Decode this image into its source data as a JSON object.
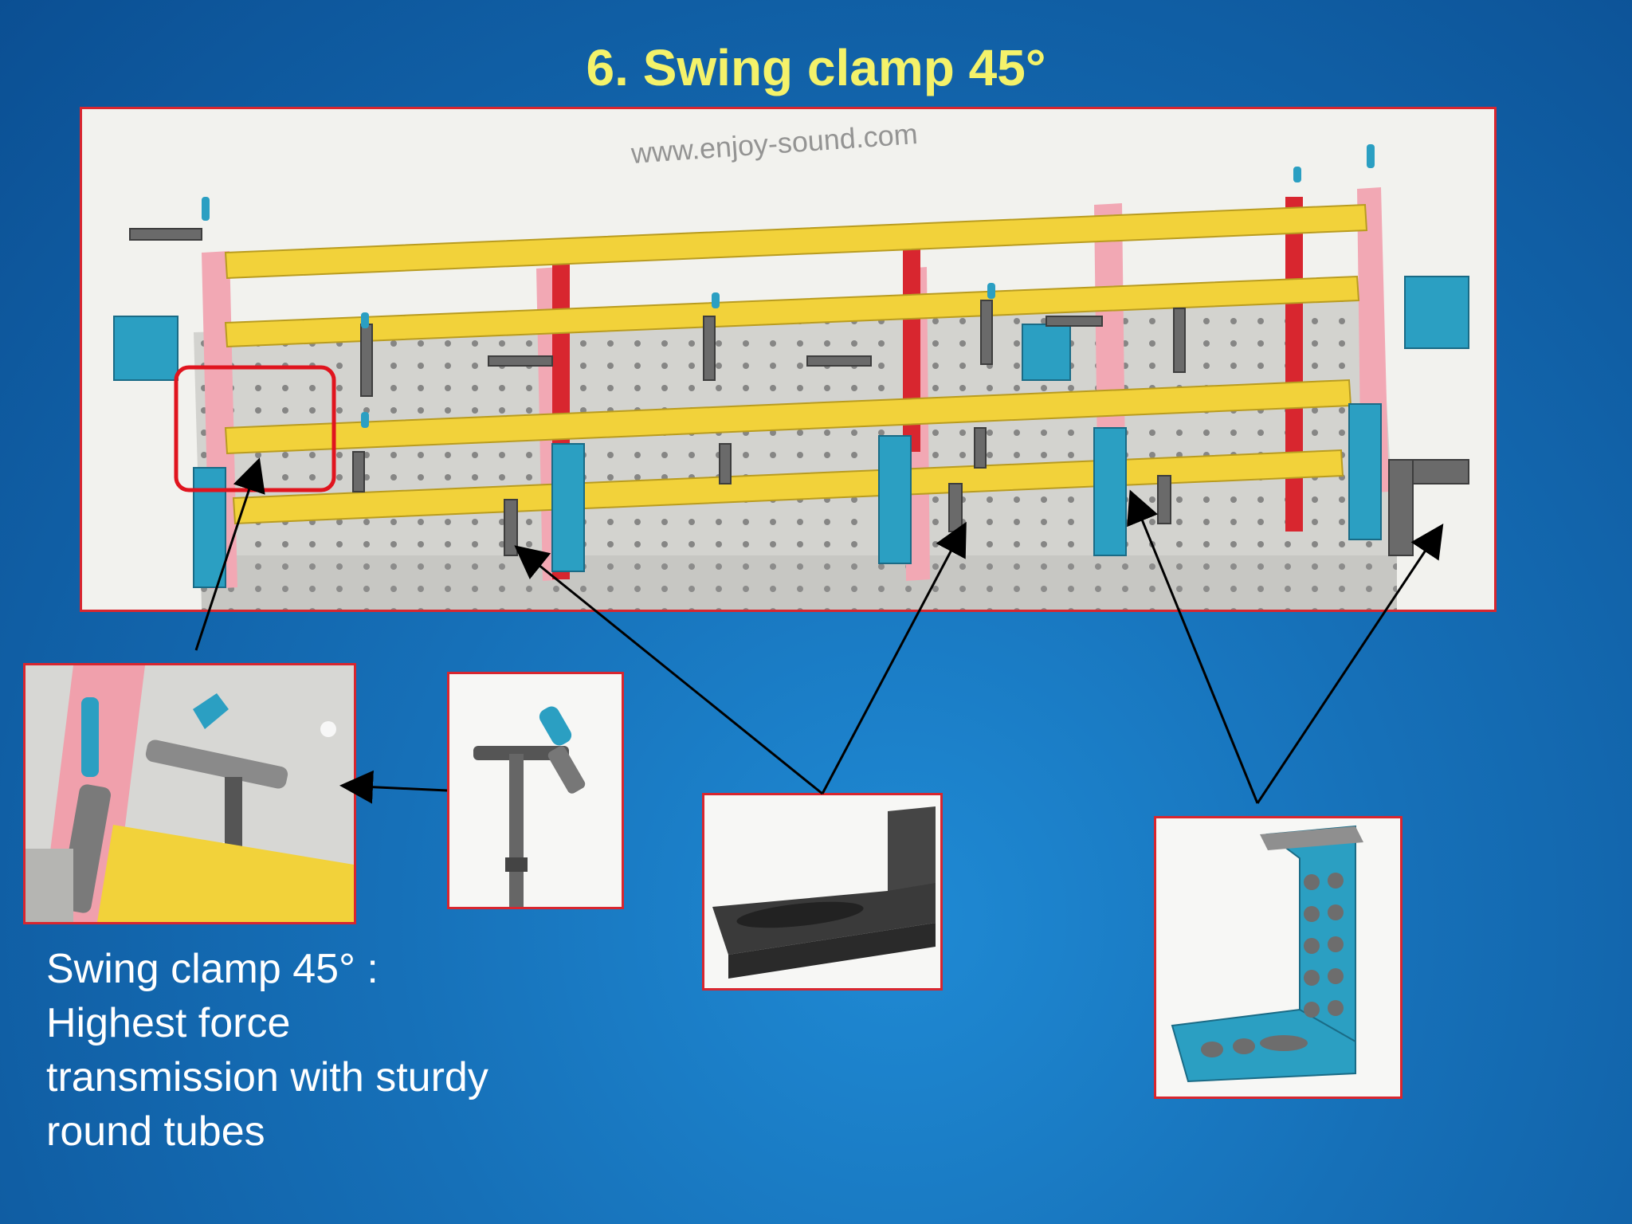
{
  "title": "6. Swing clamp 45°",
  "watermark": "www.enjoy-sound.com",
  "caption": {
    "line1": "Swing clamp 45°  :",
    "line2": "Highest force",
    "line3": "transmission with sturdy",
    "line4": "round tubes"
  },
  "colors": {
    "background": "#1670b8",
    "title": "#f4f26a",
    "frame_border": "#d8262f",
    "beam_yellow": "#f2d23a",
    "part_blue": "#2b9fc2",
    "post_pink": "#f2a8b4",
    "post_red": "#d8262f",
    "table_grey": "#cfcfcc"
  }
}
